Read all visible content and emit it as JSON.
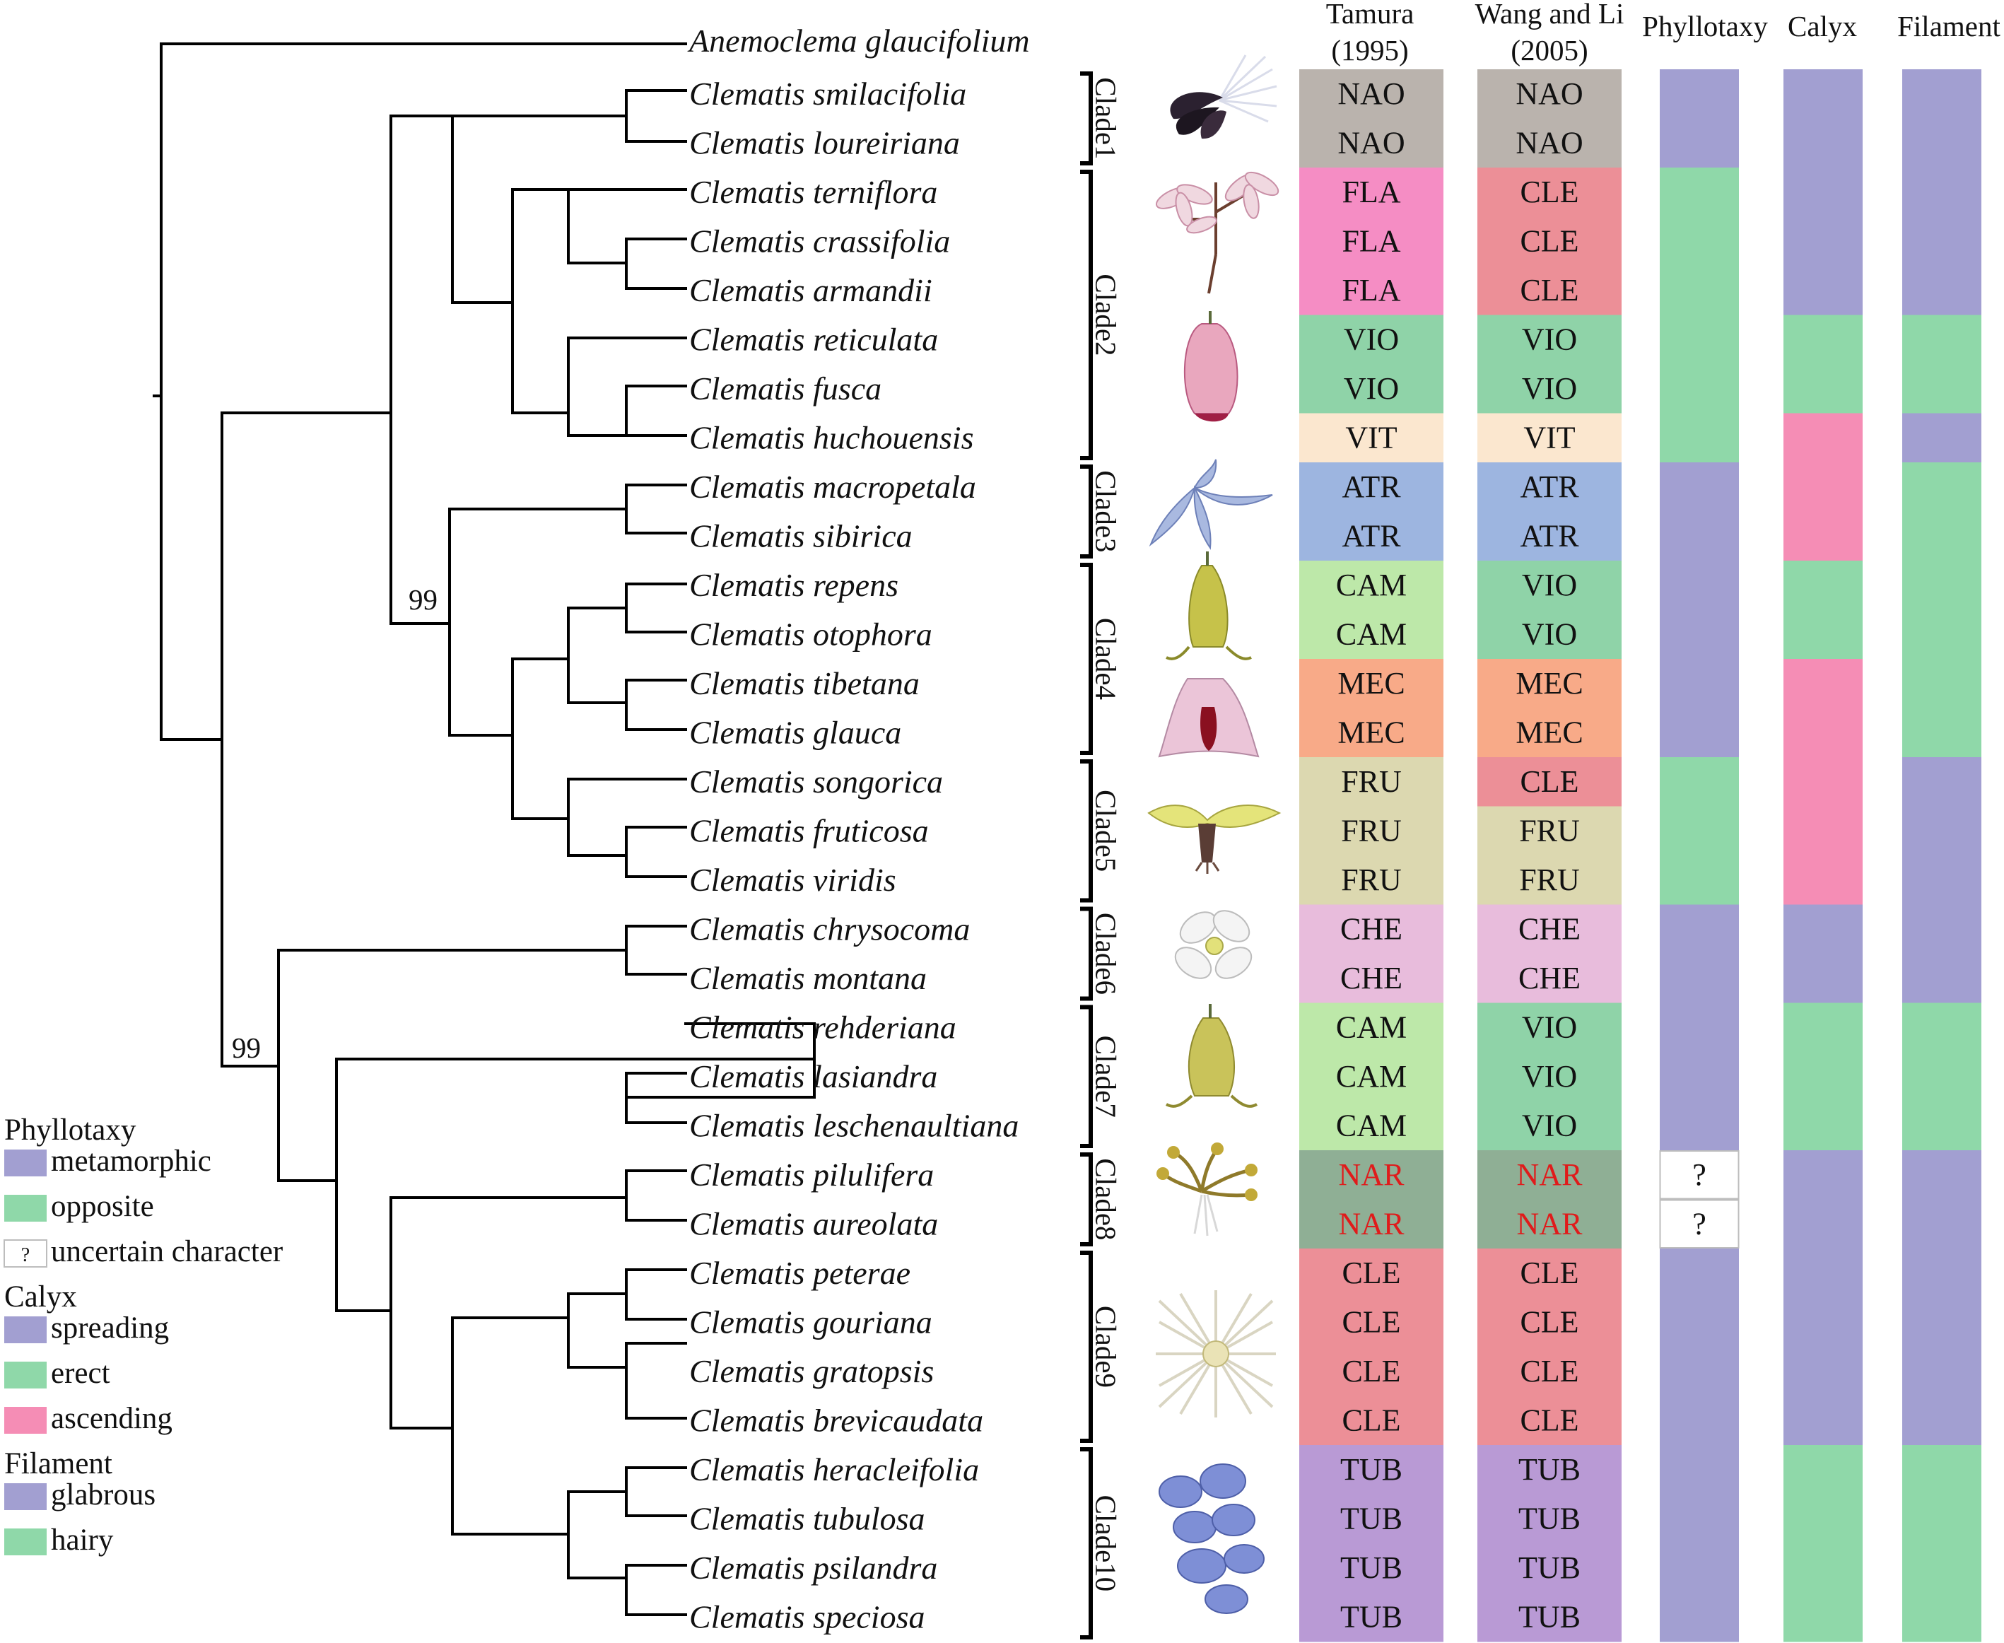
{
  "headers": {
    "tamura_line1": "Tamura",
    "tamura_line2": "(1995)",
    "wang_line1": "Wang and Li",
    "wang_line2": "(2005)",
    "phyllotaxy": "Phyllotaxy",
    "calyx": "Calyx",
    "filament": "Filament"
  },
  "outgroup": "Anemoclema glaucifolium",
  "bootstrap": [
    "99",
    "99"
  ],
  "colors": {
    "NAO": "#bab3ad",
    "FLA": "#f58dc4",
    "CLE": "#ec8f97",
    "VIO": "#8fd3a8",
    "VIT": "#fbe7cf",
    "ATR": "#9db5e0",
    "CAM": "#bde8a9",
    "MEC": "#f8aa88",
    "FRU": "#dcd8b0",
    "CHE": "#e8bcdc",
    "NAR": "#8faf95",
    "TUB": "#b99ad5",
    "NAR_text": "#e01b1b",
    "metamorphic": "#a29fd1",
    "opposite": "#8fd8a9",
    "spreading": "#a29fd1",
    "erect": "#8fd8a9",
    "ascending": "#f58db5",
    "glabrous": "#a29fd1",
    "hairy": "#8fd8a9"
  },
  "taxa": [
    {
      "name": "Clematis smilacifolia",
      "tamura": "NAO",
      "wang": "NAO",
      "phyllotaxy": "metamorphic",
      "calyx": "spreading",
      "filament": "glabrous"
    },
    {
      "name": "Clematis loureiriana",
      "tamura": "NAO",
      "wang": "NAO",
      "phyllotaxy": "metamorphic",
      "calyx": "spreading",
      "filament": "glabrous"
    },
    {
      "name": "Clematis terniflora",
      "tamura": "FLA",
      "wang": "CLE",
      "phyllotaxy": "opposite",
      "calyx": "spreading",
      "filament": "glabrous"
    },
    {
      "name": "Clematis crassifolia",
      "tamura": "FLA",
      "wang": "CLE",
      "phyllotaxy": "opposite",
      "calyx": "spreading",
      "filament": "glabrous"
    },
    {
      "name": "Clematis armandii",
      "tamura": "FLA",
      "wang": "CLE",
      "phyllotaxy": "opposite",
      "calyx": "spreading",
      "filament": "glabrous"
    },
    {
      "name": "Clematis reticulata",
      "tamura": "VIO",
      "wang": "VIO",
      "phyllotaxy": "opposite",
      "calyx": "erect",
      "filament": "hairy"
    },
    {
      "name": "Clematis fusca",
      "tamura": "VIO",
      "wang": "VIO",
      "phyllotaxy": "opposite",
      "calyx": "erect",
      "filament": "hairy"
    },
    {
      "name": "Clematis huchouensis",
      "tamura": "VIT",
      "wang": "VIT",
      "phyllotaxy": "opposite",
      "calyx": "ascending",
      "filament": "glabrous"
    },
    {
      "name": "Clematis macropetala",
      "tamura": "ATR",
      "wang": "ATR",
      "phyllotaxy": "metamorphic",
      "calyx": "ascending",
      "filament": "hairy"
    },
    {
      "name": "Clematis sibirica",
      "tamura": "ATR",
      "wang": "ATR",
      "phyllotaxy": "metamorphic",
      "calyx": "ascending",
      "filament": "hairy"
    },
    {
      "name": "Clematis repens",
      "tamura": "CAM",
      "wang": "VIO",
      "phyllotaxy": "metamorphic",
      "calyx": "erect",
      "filament": "hairy"
    },
    {
      "name": "Clematis otophora",
      "tamura": "CAM",
      "wang": "VIO",
      "phyllotaxy": "metamorphic",
      "calyx": "erect",
      "filament": "hairy"
    },
    {
      "name": "Clematis tibetana",
      "tamura": "MEC",
      "wang": "MEC",
      "phyllotaxy": "metamorphic",
      "calyx": "ascending",
      "filament": "hairy"
    },
    {
      "name": "Clematis glauca",
      "tamura": "MEC",
      "wang": "MEC",
      "phyllotaxy": "metamorphic",
      "calyx": "ascending",
      "filament": "hairy"
    },
    {
      "name": "Clematis songorica",
      "tamura": "FRU",
      "wang": "CLE",
      "phyllotaxy": "opposite",
      "calyx": "ascending",
      "filament": "glabrous"
    },
    {
      "name": "Clematis fruticosa",
      "tamura": "FRU",
      "wang": "FRU",
      "phyllotaxy": "opposite",
      "calyx": "ascending",
      "filament": "glabrous"
    },
    {
      "name": "Clematis viridis",
      "tamura": "FRU",
      "wang": "FRU",
      "phyllotaxy": "opposite",
      "calyx": "ascending",
      "filament": "glabrous"
    },
    {
      "name": "Clematis chrysocoma",
      "tamura": "CHE",
      "wang": "CHE",
      "phyllotaxy": "metamorphic",
      "calyx": "spreading",
      "filament": "glabrous"
    },
    {
      "name": "Clematis montana",
      "tamura": "CHE",
      "wang": "CHE",
      "phyllotaxy": "metamorphic",
      "calyx": "spreading",
      "filament": "glabrous"
    },
    {
      "name": "Clematis rehderiana",
      "tamura": "CAM",
      "wang": "VIO",
      "phyllotaxy": "metamorphic",
      "calyx": "erect",
      "filament": "hairy"
    },
    {
      "name": "Clematis lasiandra",
      "tamura": "CAM",
      "wang": "VIO",
      "phyllotaxy": "metamorphic",
      "calyx": "erect",
      "filament": "hairy"
    },
    {
      "name": "Clematis leschenaultiana",
      "tamura": "CAM",
      "wang": "VIO",
      "phyllotaxy": "metamorphic",
      "calyx": "erect",
      "filament": "hairy"
    },
    {
      "name": "Clematis pilulifera",
      "tamura": "NAR",
      "wang": "NAR",
      "phyllotaxy": "uncertain",
      "calyx": "spreading",
      "filament": "glabrous"
    },
    {
      "name": "Clematis aureolata",
      "tamura": "NAR",
      "wang": "NAR",
      "phyllotaxy": "uncertain",
      "calyx": "spreading",
      "filament": "glabrous"
    },
    {
      "name": "Clematis peterae",
      "tamura": "CLE",
      "wang": "CLE",
      "phyllotaxy": "metamorphic",
      "calyx": "spreading",
      "filament": "glabrous"
    },
    {
      "name": "Clematis gouriana",
      "tamura": "CLE",
      "wang": "CLE",
      "phyllotaxy": "metamorphic",
      "calyx": "spreading",
      "filament": "glabrous"
    },
    {
      "name": "Clematis gratopsis",
      "tamura": "CLE",
      "wang": "CLE",
      "phyllotaxy": "metamorphic",
      "calyx": "spreading",
      "filament": "glabrous"
    },
    {
      "name": "Clematis brevicaudata",
      "tamura": "CLE",
      "wang": "CLE",
      "phyllotaxy": "metamorphic",
      "calyx": "spreading",
      "filament": "glabrous"
    },
    {
      "name": "Clematis heracleifolia",
      "tamura": "TUB",
      "wang": "TUB",
      "phyllotaxy": "metamorphic",
      "calyx": "erect",
      "filament": "hairy"
    },
    {
      "name": "Clematis tubulosa",
      "tamura": "TUB",
      "wang": "TUB",
      "phyllotaxy": "metamorphic",
      "calyx": "erect",
      "filament": "hairy"
    },
    {
      "name": "Clematis psilandra",
      "tamura": "TUB",
      "wang": "TUB",
      "phyllotaxy": "metamorphic",
      "calyx": "erect",
      "filament": "hairy"
    },
    {
      "name": "Clematis speciosa",
      "tamura": "TUB",
      "wang": "TUB",
      "phyllotaxy": "metamorphic",
      "calyx": "erect",
      "filament": "hairy"
    }
  ],
  "clades": [
    {
      "label": "Clade1",
      "first": 0,
      "last": 1
    },
    {
      "label": "Clade2",
      "first": 2,
      "last": 7
    },
    {
      "label": "Clade3",
      "first": 8,
      "last": 9
    },
    {
      "label": "Clade4",
      "first": 10,
      "last": 13
    },
    {
      "label": "Clade5",
      "first": 14,
      "last": 16
    },
    {
      "label": "Clade6",
      "first": 17,
      "last": 18
    },
    {
      "label": "Clade7",
      "first": 19,
      "last": 21
    },
    {
      "label": "Clade8",
      "first": 22,
      "last": 23
    },
    {
      "label": "Clade9",
      "first": 24,
      "last": 27
    },
    {
      "label": "Clade10",
      "first": 28,
      "last": 31
    }
  ],
  "uncertain_symbol": "?",
  "legend": [
    {
      "title": "Phyllotaxy",
      "items": [
        {
          "label": "metamorphic",
          "state": "metamorphic"
        },
        {
          "label": "opposite",
          "state": "opposite"
        },
        {
          "label": "uncertain character",
          "state": "uncertain"
        }
      ]
    },
    {
      "title": "Calyx",
      "items": [
        {
          "label": "spreading",
          "state": "spreading"
        },
        {
          "label": "erect",
          "state": "erect"
        },
        {
          "label": "ascending",
          "state": "ascending"
        }
      ]
    },
    {
      "title": "Filament",
      "items": [
        {
          "label": "glabrous",
          "state": "glabrous"
        },
        {
          "label": "hairy",
          "state": "hairy"
        }
      ]
    }
  ]
}
